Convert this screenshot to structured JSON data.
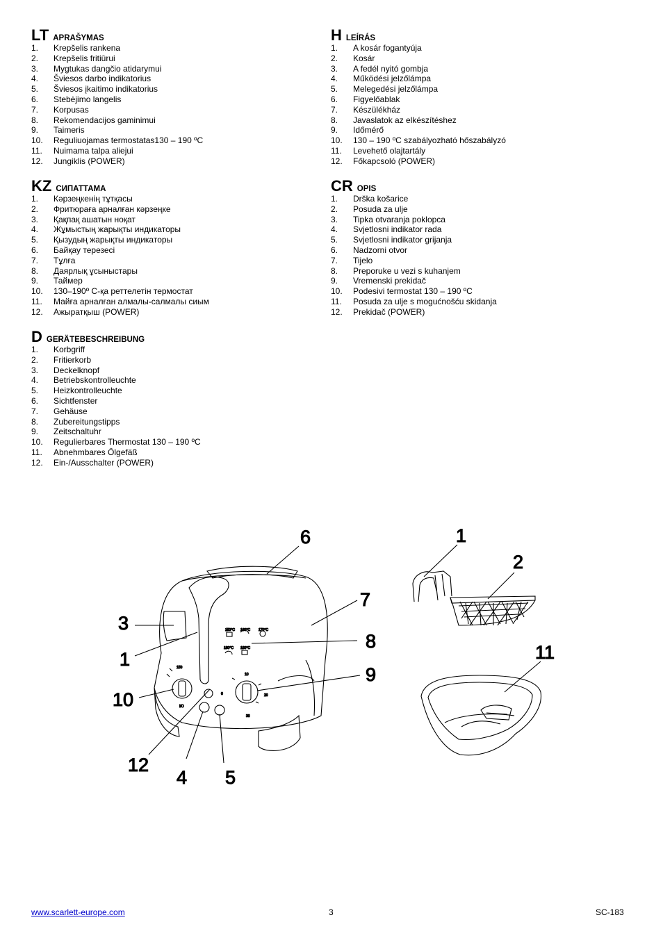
{
  "sections": {
    "lt": {
      "code": "LT",
      "title": "APRAŠYMAS",
      "items": [
        {
          "num": "1.",
          "text": "Krepšelis rankena"
        },
        {
          "num": "2.",
          "text": "Krepšelis fritiūrui"
        },
        {
          "num": "3.",
          "text": "Mygtukas dangčio atidarymui"
        },
        {
          "num": "4.",
          "text": "Šviesos darbo indikatorius"
        },
        {
          "num": "5.",
          "text": "Šviesos įkaitimo indikatorius"
        },
        {
          "num": "6.",
          "text": "Stebėjimo langelis"
        },
        {
          "num": "7.",
          "text": "Korpusas"
        },
        {
          "num": "8.",
          "text": "Rekomendacijos gaminimui"
        },
        {
          "num": "9.",
          "text": "Taimeris"
        },
        {
          "num": "10.",
          "text": "Reguliuojamas termostatas130 – 190 ºC"
        },
        {
          "num": "11.",
          "text": "Nuimama talpa aliejui"
        },
        {
          "num": "12.",
          "text": "Jungiklis (POWER)"
        }
      ]
    },
    "kz": {
      "code": "KZ",
      "title": "СИПАТТАМА",
      "items": [
        {
          "num": "1.",
          "text": "Кәрзеңкенің тұтқасы"
        },
        {
          "num": "2.",
          "text": "Фритюраға арналған кәрзеңке"
        },
        {
          "num": "3.",
          "text": "Қақпақ ашатын ноқат"
        },
        {
          "num": "4.",
          "text": "Жұмыстың жарықты индикаторы"
        },
        {
          "num": "5.",
          "text": "Қызудың жарықты индикаторы"
        },
        {
          "num": "6.",
          "text": "Байқау терезесі"
        },
        {
          "num": "7.",
          "text": "Тұлға"
        },
        {
          "num": "8.",
          "text": "Даярлық ұсыныстары"
        },
        {
          "num": "9.",
          "text": "Таймер"
        },
        {
          "num": "10.",
          "text": "130–190º С-қа реттелетін термостат"
        },
        {
          "num": "11.",
          "text": "Майға арналған алмалы-салмалы сиым"
        },
        {
          "num": "12.",
          "text": "Ажыратқыш (POWER)"
        }
      ]
    },
    "d": {
      "code": "D",
      "title": "GERÄTEBESCHREIBUNG",
      "items": [
        {
          "num": "1.",
          "text": "Korbgriff"
        },
        {
          "num": "2.",
          "text": "Fritierkorb"
        },
        {
          "num": "3.",
          "text": "Deckelknopf"
        },
        {
          "num": "4.",
          "text": "Betriebskontrolleuchte"
        },
        {
          "num": "5.",
          "text": "Heizkontrolleuchte"
        },
        {
          "num": "6.",
          "text": "Sichtfenster"
        },
        {
          "num": "7.",
          "text": "Gehäuse"
        },
        {
          "num": "8.",
          "text": "Zubereitungstipps"
        },
        {
          "num": "9.",
          "text": "Zeitschaltuhr"
        },
        {
          "num": "10.",
          "text": "Regulierbares Thermostat 130 – 190 ºC"
        },
        {
          "num": "11.",
          "text": "Abnehmbares Ölgefäß"
        },
        {
          "num": "12.",
          "text": "Ein-/Ausschalter (POWER)"
        }
      ]
    },
    "h": {
      "code": "H",
      "title": "LEÍRÁS",
      "items": [
        {
          "num": "1.",
          "text": "A kosár fogantyúja"
        },
        {
          "num": "2.",
          "text": "Kosár"
        },
        {
          "num": "3.",
          "text": "A fedél nyitó gombja"
        },
        {
          "num": "4.",
          "text": "Működési jelzőlámpa"
        },
        {
          "num": "5.",
          "text": "Melegedési jelzőlámpa"
        },
        {
          "num": "6.",
          "text": "Figyelőablak"
        },
        {
          "num": "7.",
          "text": "Készülékház"
        },
        {
          "num": "8.",
          "text": "Javaslatok az elkészítéshez"
        },
        {
          "num": "9.",
          "text": "Időmérő"
        },
        {
          "num": "10.",
          "text": "130 – 190 ºC szabályozható hőszabályzó"
        },
        {
          "num": "11.",
          "text": "Levehető olajtartály"
        },
        {
          "num": "12.",
          "text": "Főkapcsoló (POWER)"
        }
      ]
    },
    "cr": {
      "code": "CR",
      "title": "OPIS",
      "items": [
        {
          "num": "1.",
          "text": "Drška košarice"
        },
        {
          "num": "2.",
          "text": "Posuda za ulje"
        },
        {
          "num": "3.",
          "text": "Tipka otvaranja poklopca"
        },
        {
          "num": "4.",
          "text": "Svjetlosni indikator rada"
        },
        {
          "num": "5.",
          "text": "Svjetlosni indikator grijanja"
        },
        {
          "num": "6.",
          "text": "Nadzorni otvor"
        },
        {
          "num": "7.",
          "text": "Tijelo"
        },
        {
          "num": "8.",
          "text": "Preporuke u vezi s kuhanjem"
        },
        {
          "num": "9.",
          "text": "Vremenski prekidač"
        },
        {
          "num": "10.",
          "text": "Podesivi termostat 130 – 190 ºC"
        },
        {
          "num": "11.",
          "text": "Posuda za ulje s mogućnošću skidanja"
        },
        {
          "num": "12.",
          "text": "Prekidač (POWER)"
        }
      ]
    }
  },
  "figure": {
    "callouts": {
      "c1": "1",
      "c2": "2",
      "c3": "3",
      "c4": "4",
      "c5": "5",
      "c6": "6",
      "c7": "7",
      "c8": "8",
      "c9": "9",
      "c10": "10",
      "c11": "11",
      "c12": "12"
    },
    "panel": {
      "t150": "150°C",
      "t160": "160°C",
      "t170": "170°C",
      "t180": "180°C",
      "t190": "190°C",
      "dial_a": "150",
      "dial_b": "10",
      "dial_c": "20",
      "dial_d": "30",
      "dial_e": "0",
      "onoff": "I/O"
    }
  },
  "footer": {
    "url": "www.scarlett-europe.com",
    "page": "3",
    "model": "SC-183"
  }
}
